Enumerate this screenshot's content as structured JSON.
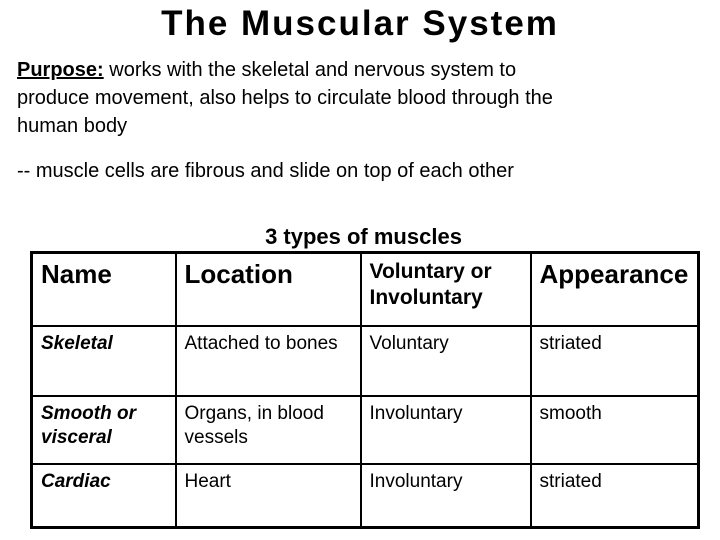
{
  "slide": {
    "title": "The Muscular System",
    "purpose": {
      "label": "Purpose:",
      "line1": "works with the skeletal and nervous system to",
      "line2": "produce movement, also helps to circulate blood through the",
      "line3": "human body"
    },
    "note": "-- muscle cells are fibrous and slide on top of each other",
    "table": {
      "caption": "3 types of muscles",
      "headers": [
        "Name",
        "Location",
        "Voluntary or Involuntary",
        "Appearance"
      ],
      "rows": [
        {
          "name": "Skeletal",
          "location": "Attached to bones",
          "control": "Voluntary",
          "appearance": "striated"
        },
        {
          "name": "Smooth or visceral",
          "location": "Organs, in blood vessels",
          "control": "Involuntary",
          "appearance": "smooth"
        },
        {
          "name": "Cardiac",
          "location": "Heart",
          "control": "Involuntary",
          "appearance": "striated"
        }
      ]
    }
  },
  "colors": {
    "text": "#000000",
    "background": "#ffffff",
    "border": "#000000"
  }
}
